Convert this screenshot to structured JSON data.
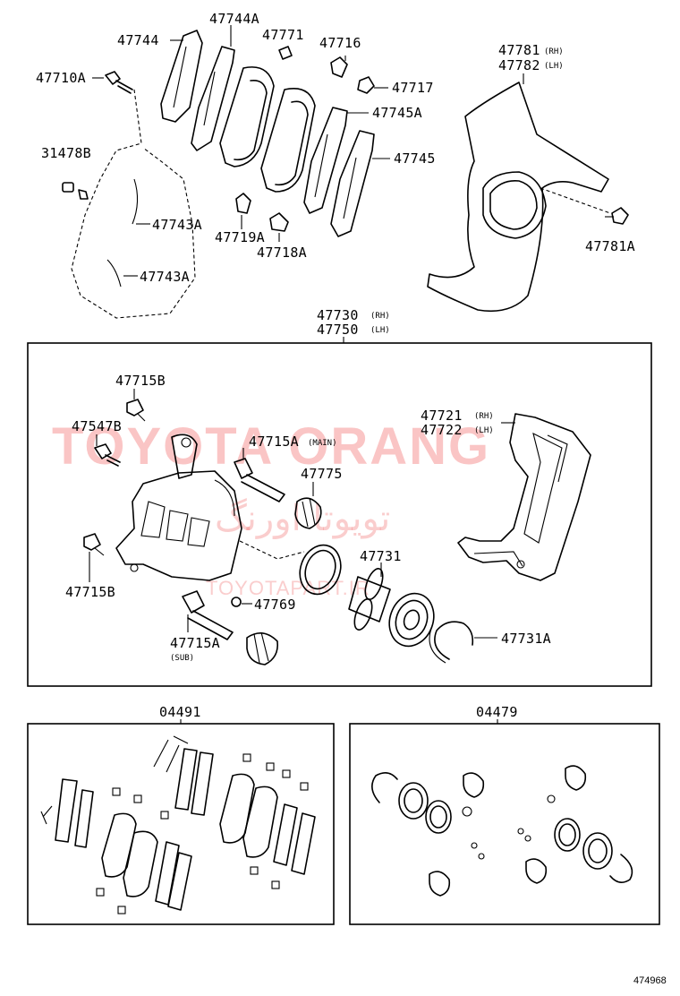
{
  "labels": {
    "p47744": "47744",
    "p47744A": "47744A",
    "p47771": "47771",
    "p47716": "47716",
    "p47781": "47781",
    "p47781_side": "(RH)",
    "p47782": "47782",
    "p47782_side": "(LH)",
    "p47710A": "47710A",
    "p47717": "47717",
    "p47745A": "47745A",
    "p47745": "47745",
    "p31478B": "31478B",
    "p47743A_1": "47743A",
    "p47743A_2": "47743A",
    "p47719A": "47719A",
    "p47718A": "47718A",
    "p47781A": "47781A",
    "p47730": "47730",
    "p47730_side": "(RH)",
    "p47750": "47750",
    "p47750_side": "(LH)",
    "p47715B_top": "47715B",
    "p47547B": "47547B",
    "p47715A_main": "47715A",
    "p47715A_main_note": "(MAIN)",
    "p47775": "47775",
    "p47721": "47721",
    "p47721_side": "(RH)",
    "p47722": "47722",
    "p47722_side": "(LH)",
    "p47715B_bottom": "47715B",
    "p47731": "47731",
    "p47769": "47769",
    "p47715A_sub": "47715A",
    "p47715A_sub_note": "(SUB)",
    "p47731A": "47731A",
    "kit04491": "04491",
    "kit04479": "04479"
  },
  "watermark": {
    "main": "TOYOTA ORANG",
    "arabic": "تویوتا اورنگ",
    "url": "TOYOTAPART.IR"
  },
  "figure_code": "474968",
  "colors": {
    "line": "#000000",
    "background": "#ffffff",
    "watermark": "#f05a5a"
  }
}
